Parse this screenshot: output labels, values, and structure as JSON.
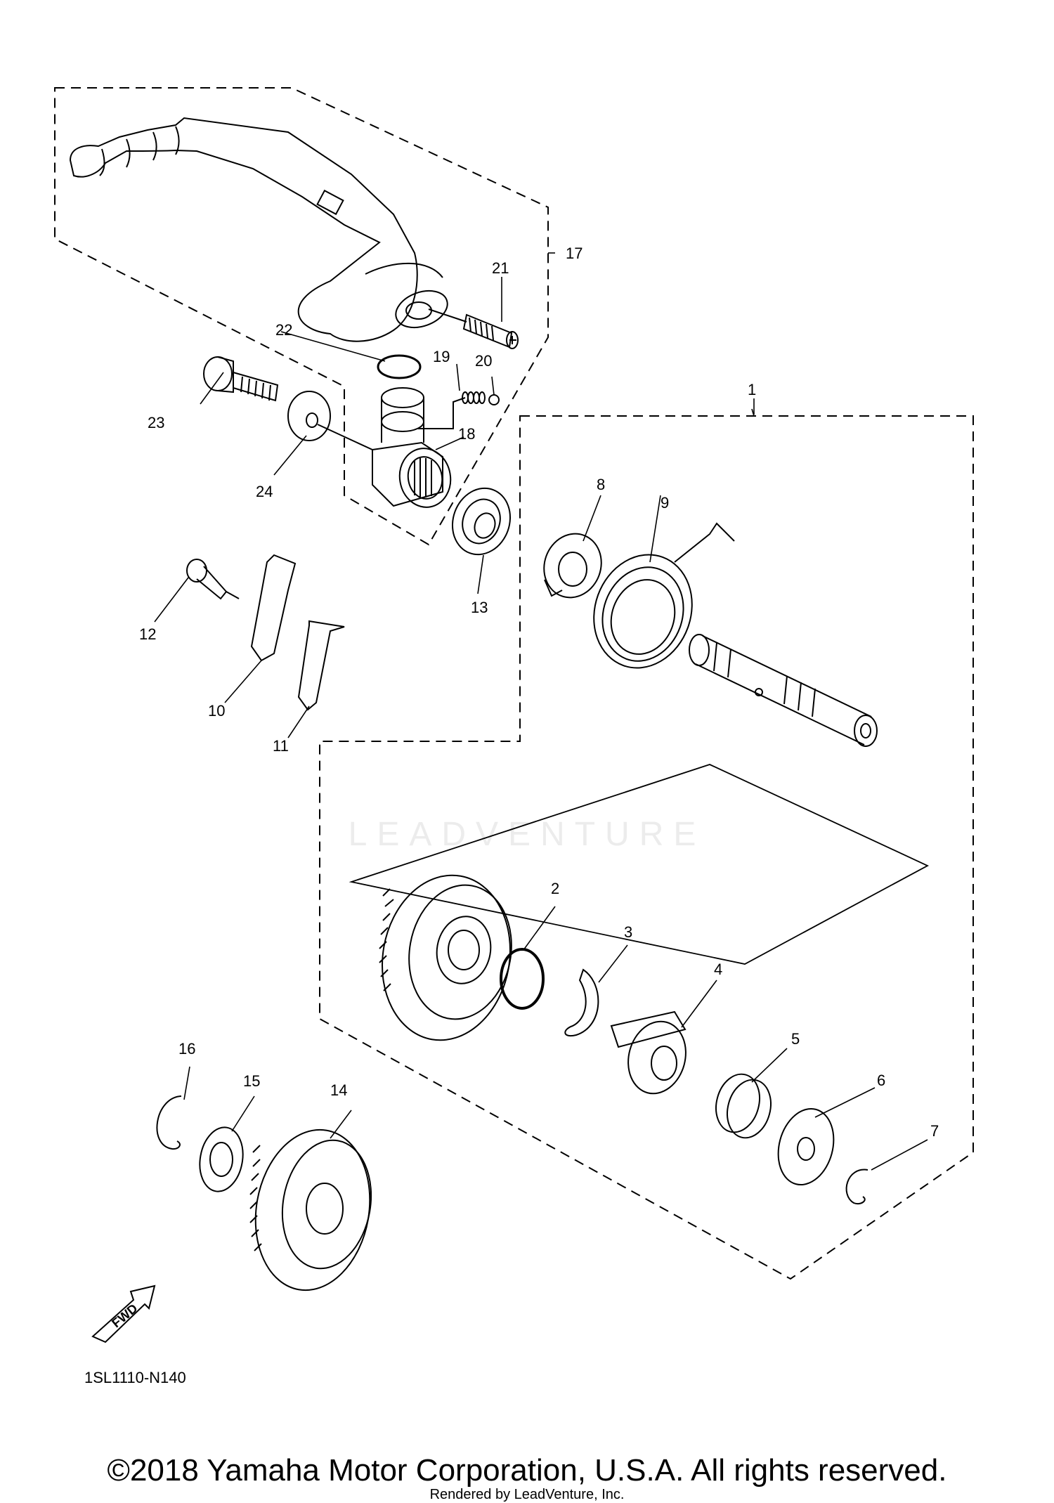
{
  "labels": [
    {
      "id": "1",
      "text": "1"
    },
    {
      "id": "2",
      "text": "2"
    },
    {
      "id": "3",
      "text": "3"
    },
    {
      "id": "4",
      "text": "4"
    },
    {
      "id": "5",
      "text": "5"
    },
    {
      "id": "6",
      "text": "6"
    },
    {
      "id": "7",
      "text": "7"
    },
    {
      "id": "8",
      "text": "8"
    },
    {
      "id": "9",
      "text": "9"
    },
    {
      "id": "10",
      "text": "10"
    },
    {
      "id": "11",
      "text": "11"
    },
    {
      "id": "12",
      "text": "12"
    },
    {
      "id": "13",
      "text": "13"
    },
    {
      "id": "14",
      "text": "14"
    },
    {
      "id": "15",
      "text": "15"
    },
    {
      "id": "16",
      "text": "16"
    },
    {
      "id": "17",
      "text": "17"
    },
    {
      "id": "18",
      "text": "18"
    },
    {
      "id": "19",
      "text": "19"
    },
    {
      "id": "20",
      "text": "20"
    },
    {
      "id": "21",
      "text": "21"
    },
    {
      "id": "22",
      "text": "22"
    },
    {
      "id": "23",
      "text": "23"
    },
    {
      "id": "24",
      "text": "24"
    }
  ],
  "fwd_label": "FWD",
  "diagram_code": "1SL1110-N140",
  "watermark": "LEADVENTURE",
  "copyright": "©2018 Yamaha Motor Corporation, U.S.A. All rights reserved.",
  "rendered_by": "Rendered by LeadVenture, Inc."
}
